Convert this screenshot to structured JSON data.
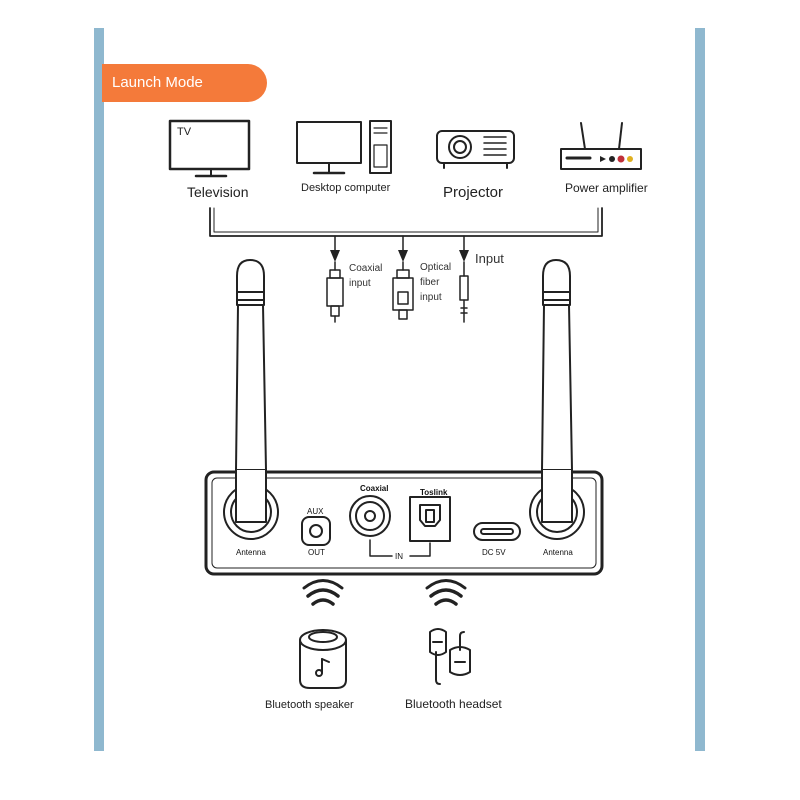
{
  "badge": {
    "label": "Launch Mode",
    "color": "#f47a3a"
  },
  "colors": {
    "rail": "#8fb8cf",
    "line": "#222222"
  },
  "sources": [
    {
      "icon": "television-icon",
      "label": "Television",
      "screen_text": "TV"
    },
    {
      "icon": "desktop-computer-icon",
      "label": "Desktop computer"
    },
    {
      "icon": "projector-icon",
      "label": "Projector"
    },
    {
      "icon": "power-amplifier-icon",
      "label": "Power amplifier"
    }
  ],
  "inputs": {
    "coaxial": [
      "Coaxial",
      "input"
    ],
    "optical": [
      "Optical",
      "fiber",
      "input"
    ],
    "aux": "Input"
  },
  "device": {
    "antenna_left": "Antenna",
    "antenna_right": "Antenna",
    "aux": "AUX",
    "out": "OUT",
    "coaxial": "Coaxial",
    "toslink": "Toslink",
    "in": "IN",
    "dc": "DC 5V"
  },
  "outputs": [
    {
      "icon": "bluetooth-speaker-icon",
      "label": "Bluetooth speaker"
    },
    {
      "icon": "bluetooth-headset-icon",
      "label": "Bluetooth headset"
    }
  ]
}
